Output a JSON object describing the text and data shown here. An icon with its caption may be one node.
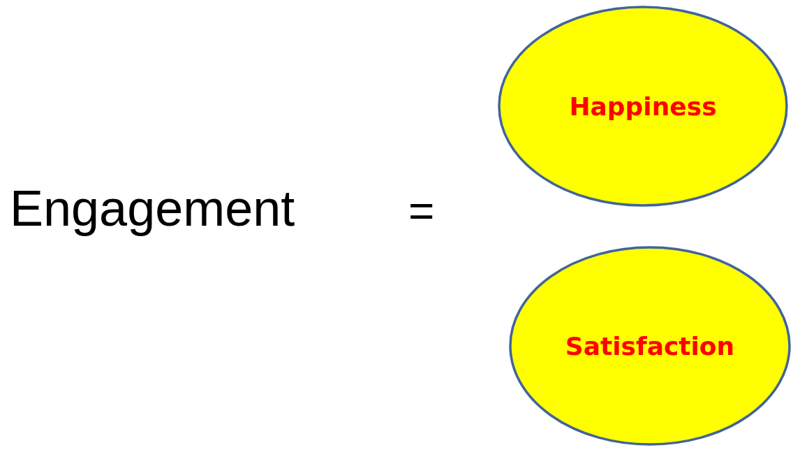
{
  "diagram": {
    "nodes": [
      {
        "text": [
          "Happiness"
        ]
      },
      {
        "text": [
          "Satisfaction"
        ]
      }
    ],
    "labels": [
      "Engagement",
      "="
    ]
  }
}
